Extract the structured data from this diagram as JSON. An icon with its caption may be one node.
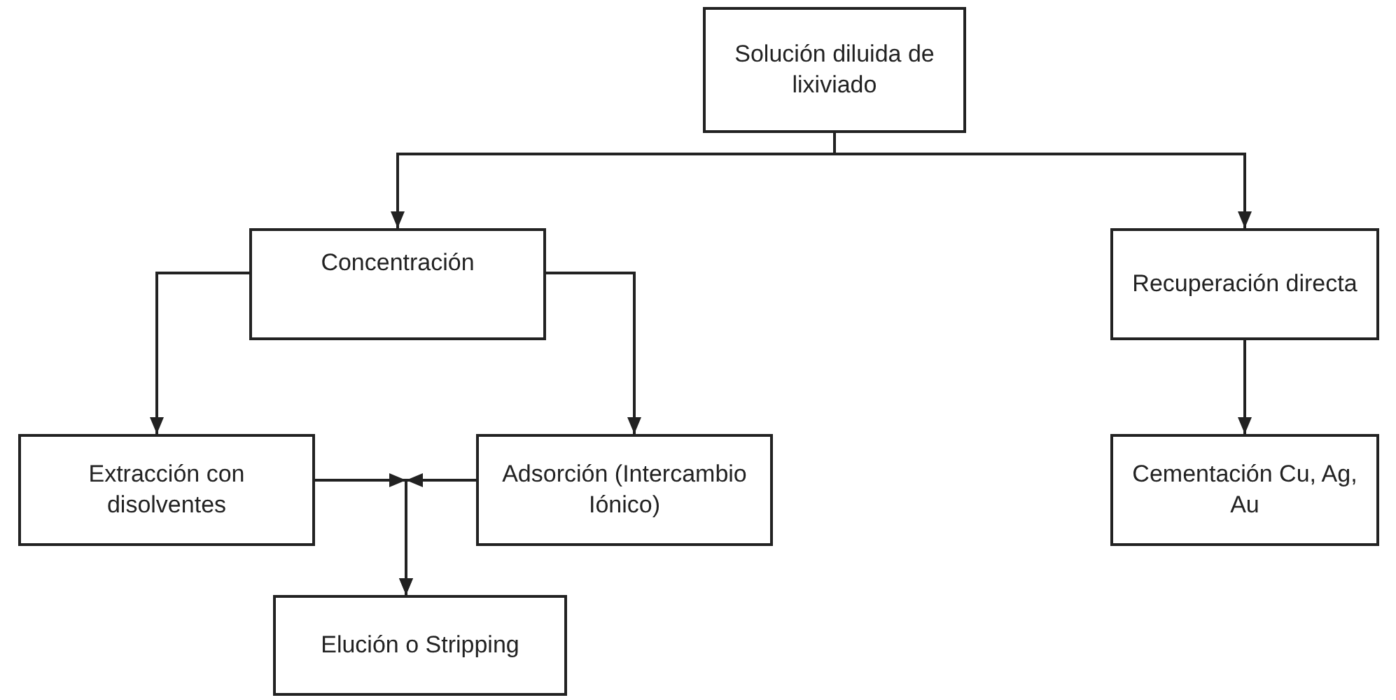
{
  "diagram": {
    "nodes": [
      {
        "text": [
          "Solución diluida de lixiviado"
        ]
      },
      {
        "text": [
          "Concentración"
        ]
      },
      {
        "text": [
          "Recuperación directa"
        ]
      },
      {
        "text": [
          "Extracción con disolventes"
        ]
      },
      {
        "text": [
          "Adsorción (Intercambio Iónico)"
        ]
      },
      {
        "text": [
          "Cementación Cu, Ag, Au"
        ]
      },
      {
        "text": [
          "Elución o Stripping"
        ]
      }
    ],
    "edges": [
      {
        "from": 0,
        "to": 1,
        "arrow": "to"
      },
      {
        "from": 0,
        "to": 2,
        "arrow": "to"
      },
      {
        "from": 1,
        "to": 3,
        "arrow": "to"
      },
      {
        "from": 1,
        "to": 4,
        "arrow": "to"
      },
      {
        "from": 2,
        "to": 5,
        "arrow": "to"
      },
      {
        "from": 3,
        "to": 6,
        "arrow": "to"
      },
      {
        "from": 4,
        "to": 6,
        "arrow": "to"
      }
    ]
  }
}
